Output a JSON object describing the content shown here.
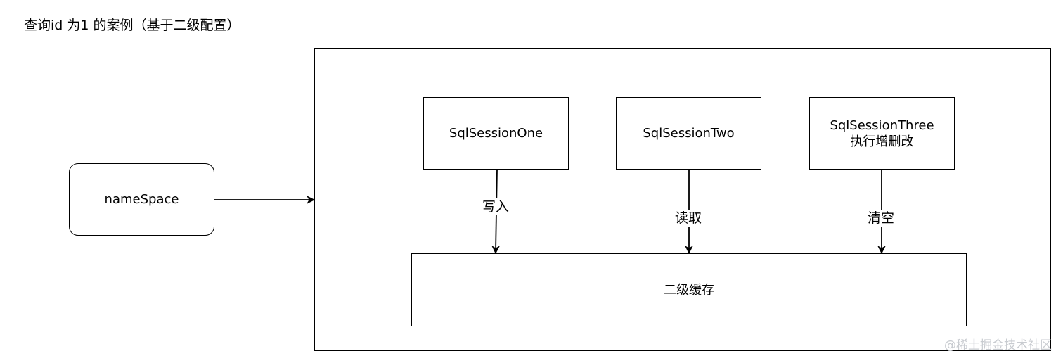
{
  "title": "查询id 为1 的案例（基于二级配置）",
  "nodes": {
    "namespace": "nameSpace",
    "session_one": "SqlSessionOne",
    "session_two": "SqlSessionTwo",
    "session_three_line1": "SqlSessionThree",
    "session_three_line2": "执行增删改",
    "second_level_cache": "二级缓存"
  },
  "edges": {
    "write_label": "写入",
    "read_label": "读取",
    "clear_label": "清空"
  },
  "watermark": "@稀土掘金技术社区",
  "colors": {
    "stroke": "#000000",
    "background": "#ffffff",
    "watermark": "#c8cbd0"
  }
}
